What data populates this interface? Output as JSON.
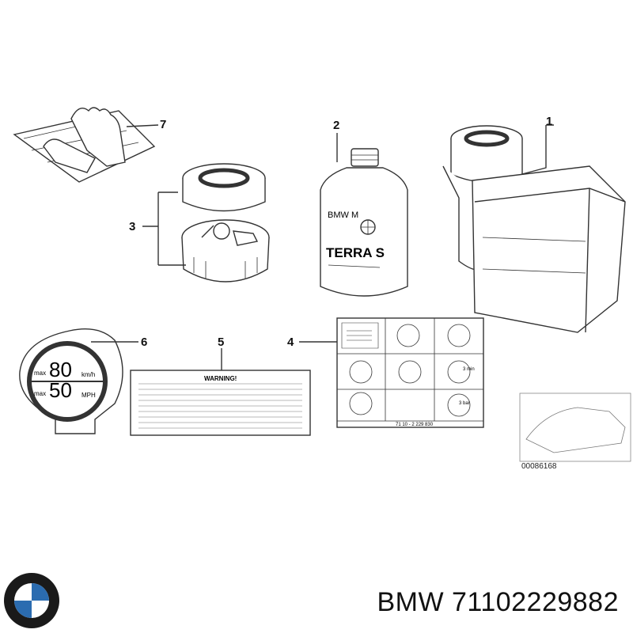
{
  "callouts": {
    "c1": "1",
    "c2": "2",
    "c3": "3",
    "c4": "4",
    "c5": "5",
    "c6": "6",
    "c7": "7"
  },
  "bottle": {
    "brand": "BMW M",
    "product": "TERRA S"
  },
  "speed_sign": {
    "top_value": "80",
    "top_prefix": "max",
    "top_unit": "km/h",
    "bottom_value": "50",
    "bottom_prefix": "max",
    "bottom_unit": "MPH"
  },
  "warning_label": {
    "title": "WARNING!"
  },
  "instruction_card": {
    "part_number": "71 10 - 2 229 830",
    "step_time": "3 min",
    "pressure": "3 bar"
  },
  "catalog_number": "00086168",
  "footer": {
    "brand_text": "BMW 71102229882"
  },
  "colors": {
    "line": "#333333",
    "fill": "#ffffff",
    "shade": "#d9d9d9",
    "logo_blue": "#2b6cb0"
  }
}
